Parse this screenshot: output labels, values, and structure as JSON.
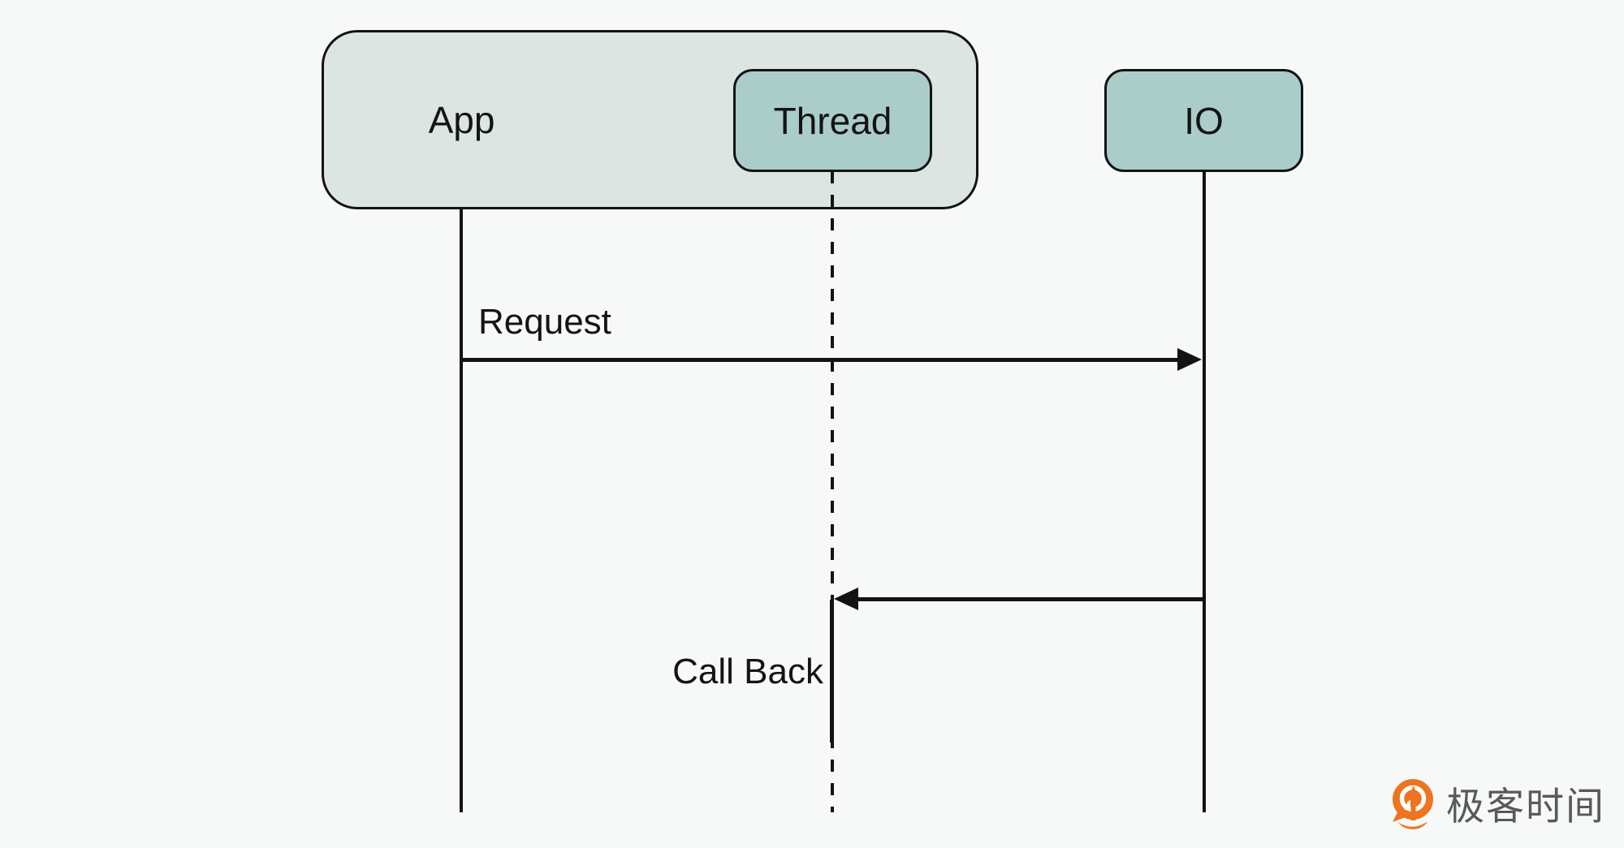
{
  "diagram_type": "sequence-diagram",
  "colors": {
    "background": "#F7F8F8",
    "app_box_fill": "#DCE5E1",
    "participant_fill": "#AACDCA",
    "line_color": "#131313",
    "logo_orange": "#EE7420",
    "logo_text_gray": "#58595B"
  },
  "participants": {
    "app": {
      "label": "App"
    },
    "thread": {
      "label": "Thread"
    },
    "io": {
      "label": "IO"
    }
  },
  "messages": {
    "request": {
      "label": "Request",
      "from": "App",
      "to": "IO",
      "line": "solid",
      "head": "filled-right"
    },
    "callback": {
      "label": "Call Back",
      "from": "IO",
      "to": "Thread",
      "line": "solid",
      "head": "filled-left"
    }
  },
  "lifelines": {
    "app": "solid",
    "thread": "dashed-with-solid-activation",
    "io": "solid"
  },
  "branding": {
    "logo_text": "极客时间",
    "logo_icon": "geektime-logo-icon"
  }
}
